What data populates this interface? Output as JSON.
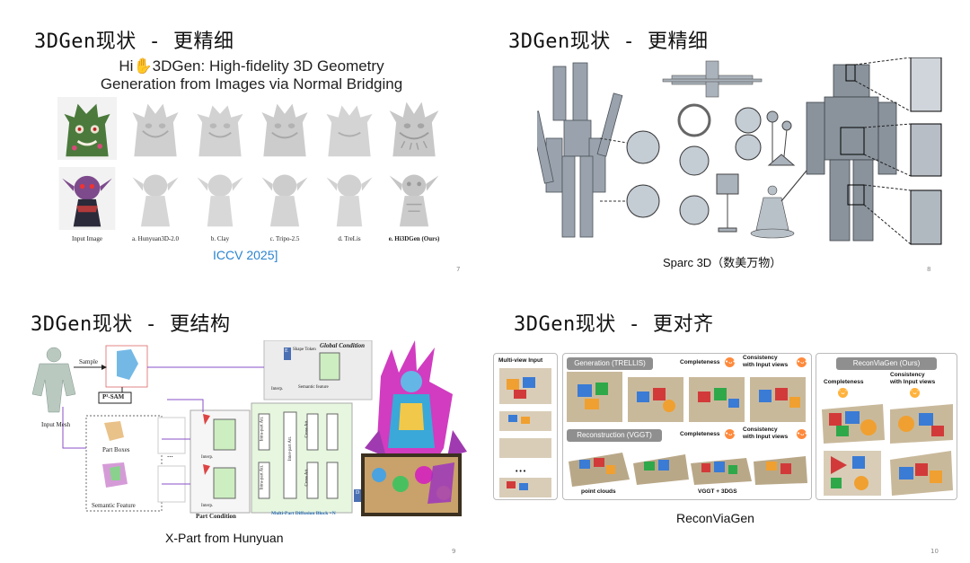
{
  "slides": [
    {
      "heading": "3DGen现状 - 更精细",
      "paper_title_prefix": "Hi",
      "paper_title_icon": "waving-hand-icon",
      "paper_title_line1": "3DGen: High-fidelity 3D Geometry",
      "paper_title_line2": "Generation from Images via Normal Bridging",
      "labels": [
        "Input Image",
        "a. Hunyuan3D-2.0",
        "b. Clay",
        "c. Tripo-2.5",
        "d. TreLis",
        "e. Hi3DGen (Ours)"
      ],
      "venue": "ICCV 2025]",
      "page_number": "7"
    },
    {
      "heading": "3DGen现状 - 更精细",
      "caption": "Sparc 3D（数美万物）",
      "page_number": "8"
    },
    {
      "heading": "3DGen现状 - 更结构",
      "pipeline_labels": {
        "input_mesh": "Input Mesh",
        "sample": "Sample",
        "psam": "P³-SAM",
        "part_boxes": "Part Boxes",
        "semantic_feature": "Semantic Feature",
        "global_condition": "Global Condition",
        "shape_token": "Shape Token",
        "semantic_feature_small": "Semantic feature",
        "interp": "Interp.",
        "part_condition": "Part Condition",
        "inter_part_attn": "Inter-part Att.",
        "cross_attn": "Cross Att.",
        "intra_part_attn": "Intra-part Att.",
        "multi_part_block": "Multi-Part Diffusion Block ×N",
        "dots": "...",
        "e_label": "E",
        "d_label": "D"
      },
      "caption": "X-Part from Hunyuan",
      "page_number": "9"
    },
    {
      "heading": "3DGen现状 - 更对齐",
      "multiview_input": "Multi-view Input",
      "generation_header": "Generation (TRELLIS)",
      "reconstruction_header": "Reconstruction (VGGT)",
      "reconviagen_header": "ReconViaGen (Ours)",
      "completeness": "Completeness",
      "consistency_line1": "Consistency",
      "consistency_line2": "with Input views",
      "point_clouds": "point clouds",
      "vggt_3dgs": "VGGT + 3DGS",
      "dots": "• • •",
      "caption": "ReconViaGen",
      "page_number": "10"
    }
  ],
  "colors": {
    "venue_blue": "#2a84d0",
    "purple_flow": "#8a4fc8",
    "panel_gray": "#8f8f8f",
    "emoji_orange": "#ff8a3c",
    "green_block": "#cdeec1",
    "clay_gray": "#cfcfcf"
  }
}
